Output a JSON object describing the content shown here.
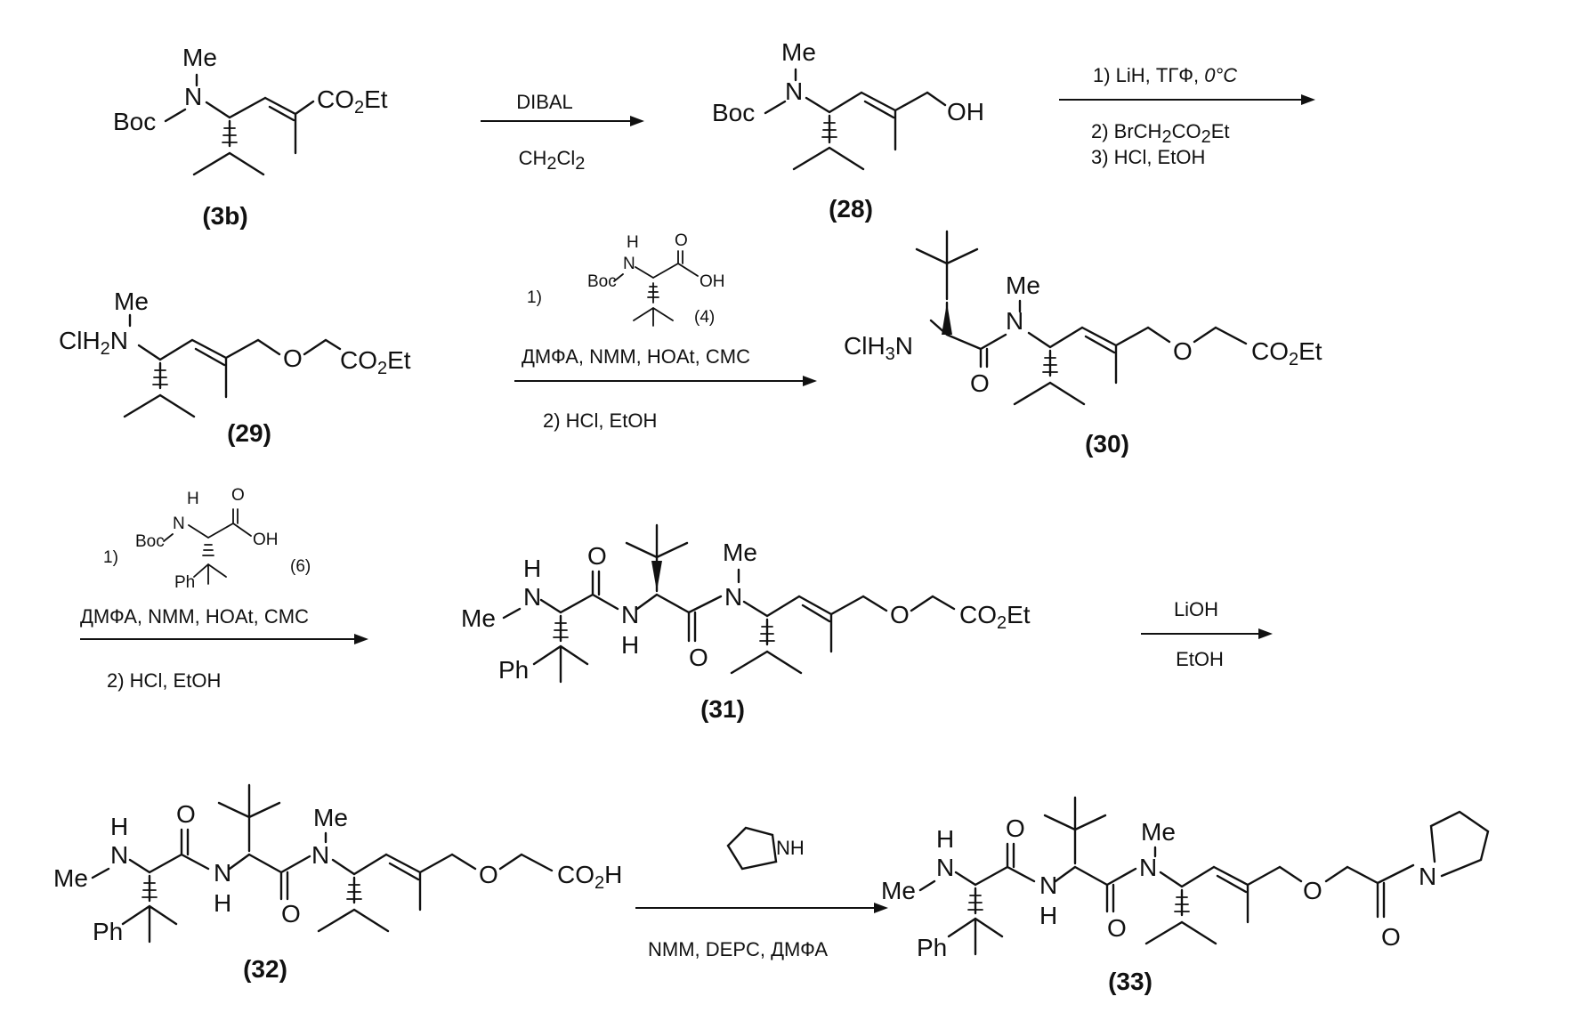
{
  "compounds": {
    "c3b": {
      "label": "(3b)",
      "boc": "Boc",
      "n": "N",
      "me": "Me",
      "co2et": "CO",
      "sub2": "2",
      "et": "Et"
    },
    "c28": {
      "label": "(28)",
      "boc": "Boc",
      "n": "N",
      "me": "Me",
      "oh": "OH"
    },
    "c29": {
      "label": "(29)",
      "clh2n": "ClH",
      "sub2": "2",
      "n": "N",
      "me": "Me",
      "o": "O",
      "co2et": "CO",
      "sub2b": "2",
      "et": "Et"
    },
    "c30": {
      "label": "(30)",
      "clh3n": "ClH",
      "sub3": "3",
      "n": "N",
      "o_carbonyl": "O",
      "n2": "N",
      "me": "Me",
      "o": "O",
      "co2et": "CO",
      "sub2": "2",
      "et": "Et"
    },
    "c31": {
      "label": "(31)",
      "h": "H",
      "n1": "N",
      "me1": "Me",
      "o1": "O",
      "nh_n": "N",
      "nh_h": "H",
      "o2": "O",
      "n2": "N",
      "me2": "Me",
      "ph": "Ph",
      "o3": "O",
      "co2et": "CO",
      "sub2": "2",
      "et": "Et"
    },
    "c32": {
      "label": "(32)",
      "h": "H",
      "n1": "N",
      "me1": "Me",
      "o1": "O",
      "nh_n": "N",
      "nh_h": "H",
      "o2": "O",
      "n2": "N",
      "me2": "Me",
      "ph": "Ph",
      "o3": "O",
      "co2h": "CO",
      "sub2": "2",
      "h2": "H"
    },
    "c33": {
      "label": "(33)",
      "h": "H",
      "n1": "N",
      "me1": "Me",
      "o1": "O",
      "nh_n": "N",
      "nh_h": "H",
      "o2": "O",
      "n2": "N",
      "me2": "Me",
      "ph": "Ph",
      "o3": "O",
      "o4": "O",
      "n3": "N"
    }
  },
  "reagents": {
    "r4": {
      "label": "(4)",
      "boc": "Boc",
      "n": "N",
      "h": "H",
      "o": "O",
      "oh": "OH",
      "step": "1)"
    },
    "r6": {
      "label": "(6)",
      "boc": "Boc",
      "n": "N",
      "h": "H",
      "o": "O",
      "oh": "OH",
      "ph": "Ph",
      "step": "1)"
    },
    "pyrrolidine": {
      "nh": "NH"
    }
  },
  "arrows": {
    "a1": {
      "above": "DIBAL",
      "below_pre": "CH",
      "below_sub1": "2",
      "below_mid": "Cl",
      "below_sub2": "2"
    },
    "a2": {
      "above": "1) LiH, ТГФ, ",
      "above_italic": "0°C",
      "below1_pre": "2) BrCH",
      "below1_sub": "2",
      "below1_mid": "CO",
      "below1_sub2": "2",
      "below1_post": "Et",
      "below2": "3) HCl, EtOH"
    },
    "a3": {
      "line": "ДМФА, NMM, HOAt, CMC",
      "below": "2) HCl, EtOH"
    },
    "a4": {
      "line": "ДМФА, NMM, HOAt, CMC",
      "below": "2) HCl, EtOH"
    },
    "a5": {
      "above": "LiOH",
      "below": "EtOH"
    },
    "a6": {
      "below": "NMM, DEPC,  ДМФА"
    }
  }
}
